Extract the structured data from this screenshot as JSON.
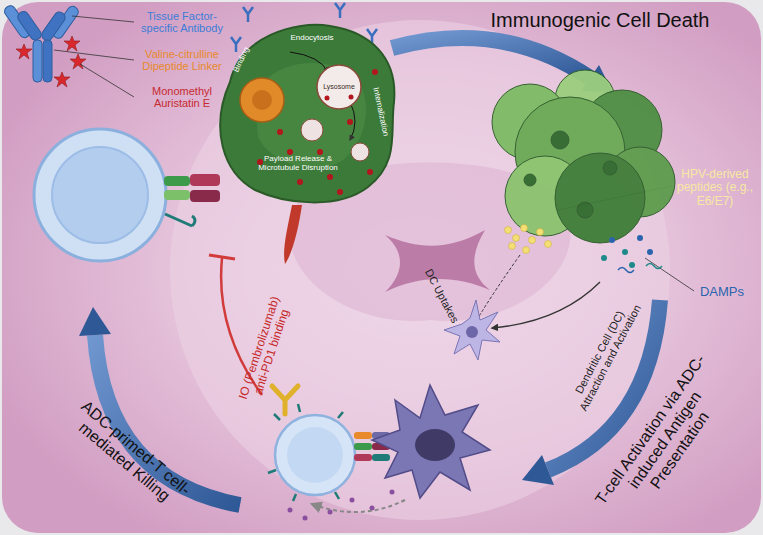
{
  "diagram": {
    "nodes": [
      {
        "text": [
          "Binding",
          "Endocytosis",
          "Internalization",
          "Payload Release & Microtubule Disruption"
        ]
      },
      {
        "text": [
          "Lysosome"
        ],
        "in": 0
      }
    ],
    "labels": [
      "Tissue Factor-specific Antibody",
      "Valine-citrulline Dipeptide Linker",
      "Monomethyl Auristatin E",
      "Immunogenic Cell Death",
      "HPV-derived peptides (e.g., E6/E7)",
      "DAMPs",
      "DC Uptakes",
      "Dendritic Cell (DC) Attraction and Activation",
      "T-cell Activation via ADC-induced Antigen Presentation",
      "ADC-primed-T cell-mediated Killing",
      "IO (Pembrolizumab) anti-PD1 binding"
    ]
  }
}
